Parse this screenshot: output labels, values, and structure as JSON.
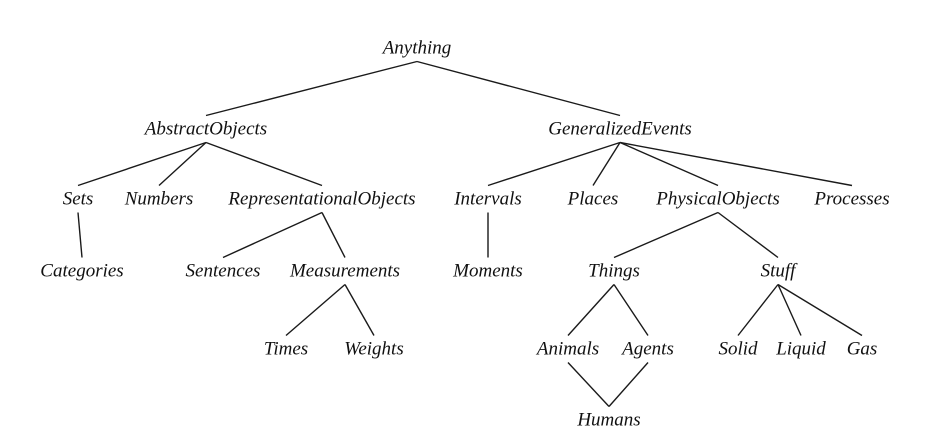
{
  "diagram": {
    "nodes": {
      "anything": "Anything",
      "abstract_objects": "AbstractObjects",
      "generalized_events": "GeneralizedEvents",
      "sets": "Sets",
      "numbers": "Numbers",
      "representational_objects": "RepresentationalObjects",
      "intervals": "Intervals",
      "places": "Places",
      "physical_objects": "PhysicalObjects",
      "processes": "Processes",
      "categories": "Categories",
      "sentences": "Sentences",
      "measurements": "Measurements",
      "moments": "Moments",
      "things": "Things",
      "stuff": "Stuff",
      "times": "Times",
      "weights": "Weights",
      "animals": "Animals",
      "agents": "Agents",
      "solid": "Solid",
      "liquid": "Liquid",
      "gas": "Gas",
      "humans": "Humans"
    },
    "edges": [
      [
        "anything",
        "abstract_objects"
      ],
      [
        "anything",
        "generalized_events"
      ],
      [
        "abstract_objects",
        "sets"
      ],
      [
        "abstract_objects",
        "numbers"
      ],
      [
        "abstract_objects",
        "representational_objects"
      ],
      [
        "generalized_events",
        "intervals"
      ],
      [
        "generalized_events",
        "places"
      ],
      [
        "generalized_events",
        "physical_objects"
      ],
      [
        "generalized_events",
        "processes"
      ],
      [
        "sets",
        "categories"
      ],
      [
        "representational_objects",
        "sentences"
      ],
      [
        "representational_objects",
        "measurements"
      ],
      [
        "intervals",
        "moments"
      ],
      [
        "physical_objects",
        "things"
      ],
      [
        "physical_objects",
        "stuff"
      ],
      [
        "measurements",
        "times"
      ],
      [
        "measurements",
        "weights"
      ],
      [
        "things",
        "animals"
      ],
      [
        "things",
        "agents"
      ],
      [
        "stuff",
        "solid"
      ],
      [
        "stuff",
        "liquid"
      ],
      [
        "stuff",
        "gas"
      ],
      [
        "animals",
        "humans"
      ],
      [
        "agents",
        "humans"
      ]
    ]
  }
}
